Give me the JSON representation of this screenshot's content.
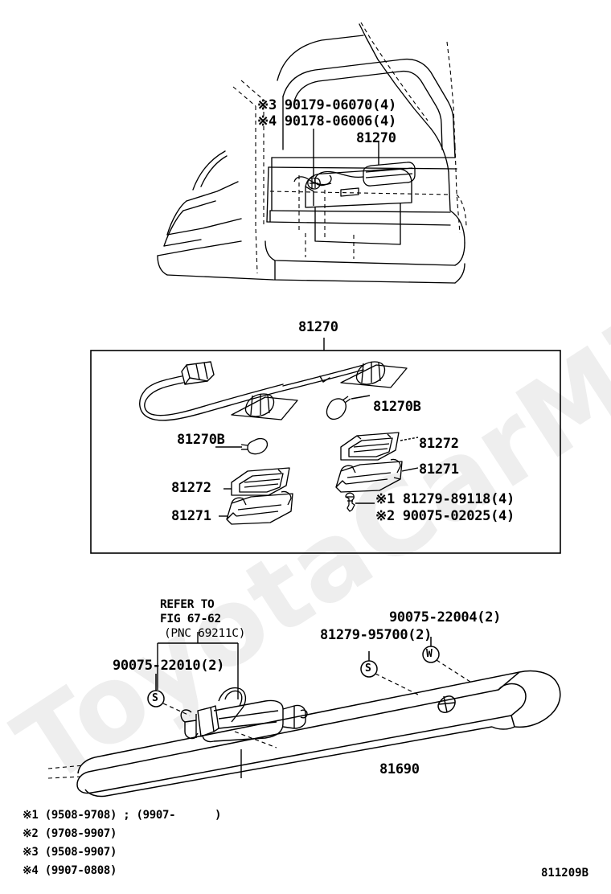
{
  "diagram": {
    "id": "811209B",
    "watermark_text": "ToyotaCarMine.ru"
  },
  "vehicle_view": {
    "callouts": [
      {
        "name": "note3-clip",
        "text": "※3 90179-06070(4)"
      },
      {
        "name": "note4-clip",
        "text": "※4 90178-06006(4)"
      },
      {
        "name": "license-lamp-assy",
        "text": "81270"
      }
    ]
  },
  "detail_box": {
    "title": "81270",
    "callouts": [
      {
        "name": "bulb-right",
        "text": "81270B"
      },
      {
        "name": "bulb-left",
        "text": "81270B"
      },
      {
        "name": "lens-right",
        "text": "81272"
      },
      {
        "name": "housing-right",
        "text": "81271"
      },
      {
        "name": "lens-left",
        "text": "81272"
      },
      {
        "name": "housing-left",
        "text": "81271"
      }
    ],
    "screw_callouts": [
      {
        "name": "screw-note1",
        "text": "※1 81279-89118(4)"
      },
      {
        "name": "screw-note2",
        "text": "※2 90075-02025(4)"
      }
    ]
  },
  "spoiler_view": {
    "refer_line1": "REFER TO",
    "refer_line2": "FIG 67-62",
    "refer_line3": "(PNC 69211C)",
    "callouts": [
      {
        "name": "grommet-left",
        "text": "90075-22010(2)"
      },
      {
        "name": "clip-spoiler",
        "text": "81279-95700(2)"
      },
      {
        "name": "grommet-right",
        "text": "90075-22004(2)"
      },
      {
        "name": "spoiler",
        "text": "81690"
      }
    ],
    "markers": [
      {
        "name": "marker-s-left",
        "text": "S"
      },
      {
        "name": "marker-s-right",
        "text": "S"
      },
      {
        "name": "marker-w",
        "text": "W"
      }
    ]
  },
  "footnotes": [
    {
      "name": "footnote-1",
      "text": "※1 (9508-9708) ; (9907-      )"
    },
    {
      "name": "footnote-2",
      "text": "※2 (9708-9907)"
    },
    {
      "name": "footnote-3",
      "text": "※3 (9508-9907)"
    },
    {
      "name": "footnote-4",
      "text": "※4 (9907-0808)"
    }
  ]
}
